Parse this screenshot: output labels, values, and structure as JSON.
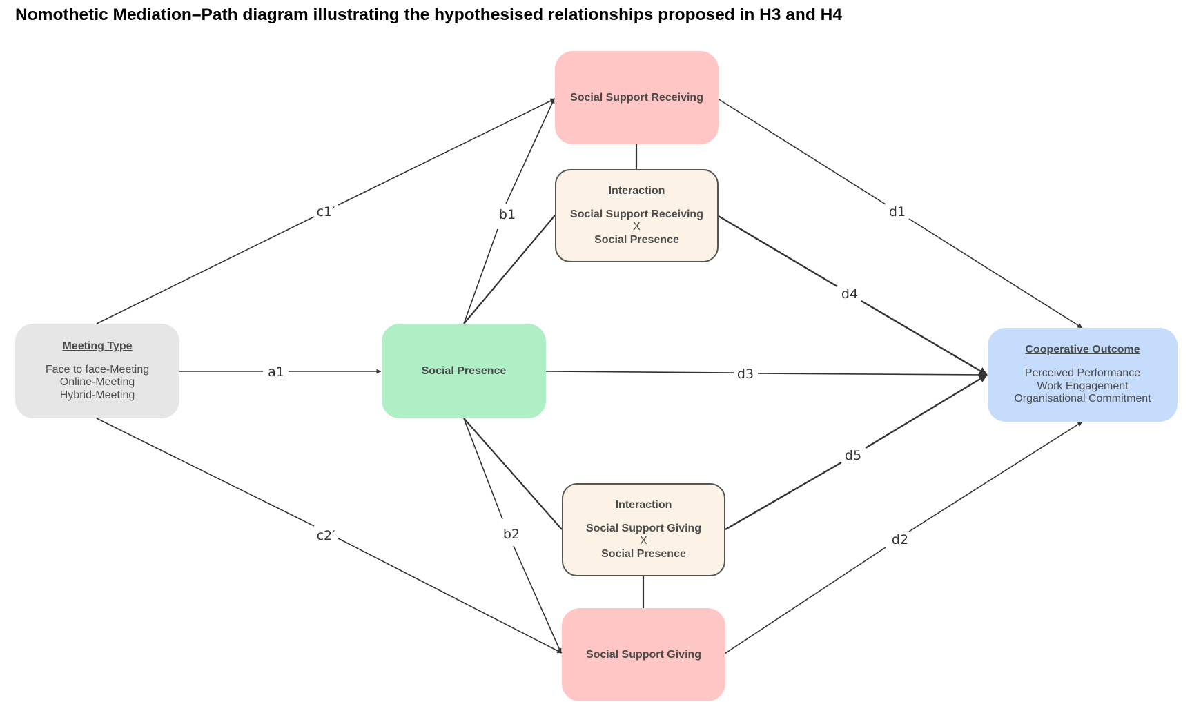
{
  "title": "Nomothetic Mediation–Path diagram illustrating the hypothesised relationships proposed in H3 and H4",
  "colors": {
    "grey_fill": "#e6e6e6",
    "green_fill": "#aeefc6",
    "pink_fill": "#ffc6c6",
    "cream_fill": "#fcf3e6",
    "blue_fill": "#c6dcfc",
    "edge": "#333333"
  },
  "nodes": {
    "meeting_type": {
      "heading": "Meeting Type",
      "lines": [
        "Face to face-Meeting",
        "Online-Meeting",
        "Hybrid-Meeting"
      ]
    },
    "social_presence": {
      "label": "Social Presence"
    },
    "support_receiving": {
      "label": "Social Support Receiving"
    },
    "interaction_receiving": {
      "heading": "Interaction",
      "lines": [
        "Social Support Receiving",
        "X",
        "Social Presence"
      ]
    },
    "interaction_giving": {
      "heading": "Interaction",
      "lines": [
        "Social Support Giving",
        "X",
        "Social Presence"
      ]
    },
    "support_giving": {
      "label": "Social Support Giving"
    },
    "cooperative_outcome": {
      "heading": "Cooperative Outcome",
      "lines": [
        "Perceived Performance",
        "Work Engagement",
        "Organisational Commitment"
      ]
    }
  },
  "paths": {
    "a1": "a1",
    "b1": "b1",
    "b2": "b2",
    "c1": "c1′",
    "c2": "c2′",
    "d1": "d1",
    "d2": "d2",
    "d3": "d3",
    "d4": "d4",
    "d5": "d5"
  }
}
